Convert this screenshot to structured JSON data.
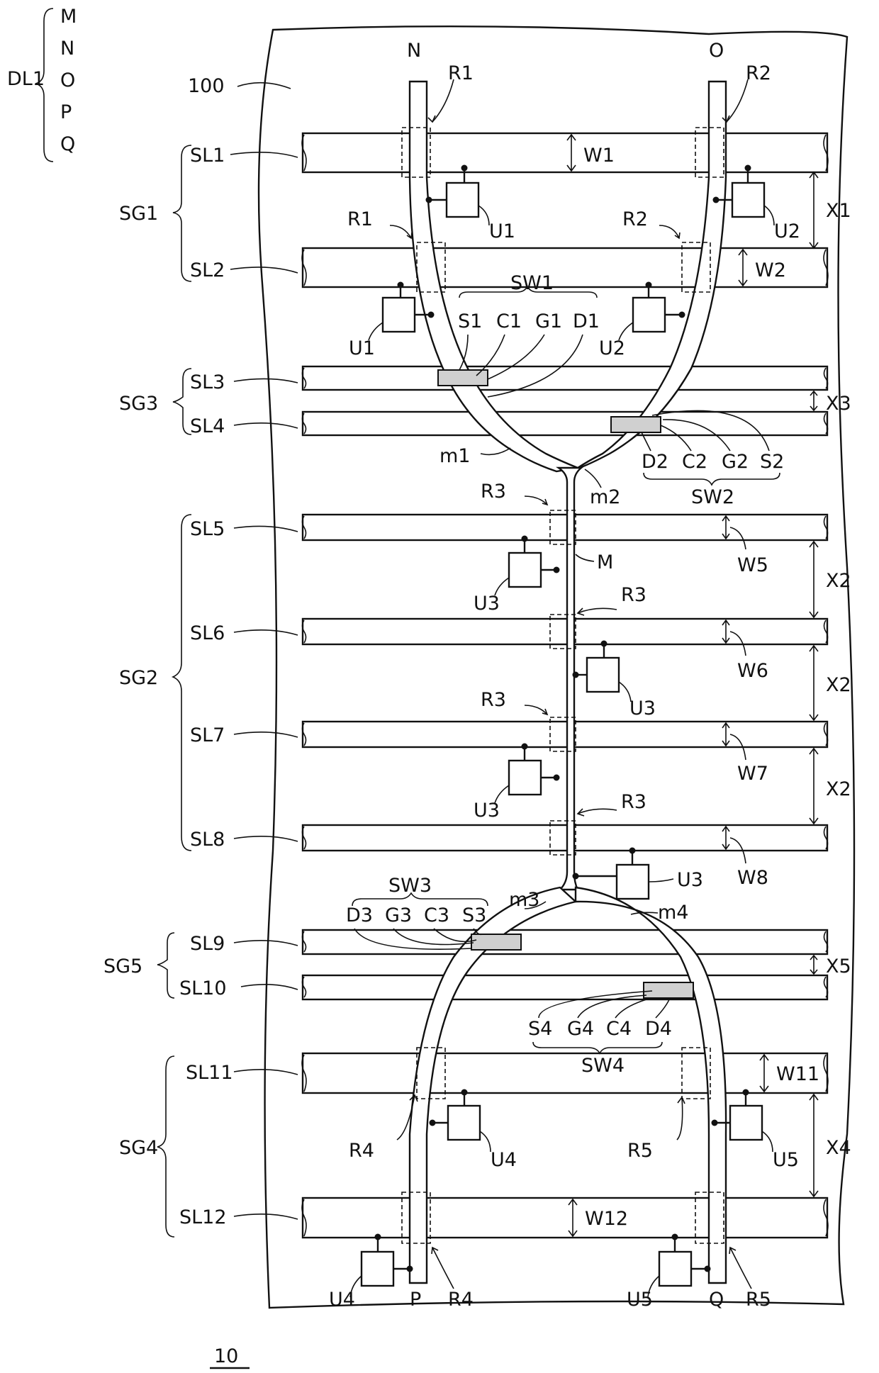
{
  "figure_number": "10",
  "substrate_label": "100",
  "dl_group": {
    "name": "DL1",
    "members": [
      "M",
      "N",
      "O",
      "P",
      "Q"
    ]
  },
  "line_ends": {
    "n": "N",
    "o": "O",
    "p": "P",
    "q": "Q",
    "m": "M"
  },
  "branch_labels": {
    "m1": "m1",
    "m2": "m2",
    "m3": "m3",
    "m4": "m4"
  },
  "scan_lines": [
    "SL1",
    "SL2",
    "SL3",
    "SL4",
    "SL5",
    "SL6",
    "SL7",
    "SL8",
    "SL9",
    "SL10",
    "SL11",
    "SL12"
  ],
  "scan_groups": [
    "SG1",
    "SG2",
    "SG3",
    "SG4",
    "SG5"
  ],
  "widths": [
    "W1",
    "W2",
    "W5",
    "W6",
    "W7",
    "W8",
    "W11",
    "W12"
  ],
  "spacings": {
    "x1": "X1",
    "x2": "X2",
    "x3": "X3",
    "x4": "X4",
    "x5": "X5"
  },
  "regions": {
    "r1": "R1",
    "r2": "R2",
    "r3": "R3",
    "r4": "R4",
    "r5": "R5"
  },
  "units": {
    "u1": "U1",
    "u2": "U2",
    "u3": "U3",
    "u4": "U4",
    "u5": "U5"
  },
  "switches": {
    "sw1": {
      "name": "SW1",
      "parts": [
        "S1",
        "C1",
        "G1",
        "D1"
      ]
    },
    "sw2": {
      "name": "SW2",
      "parts": [
        "D2",
        "C2",
        "G2",
        "S2"
      ]
    },
    "sw3": {
      "name": "SW3",
      "parts": [
        "D3",
        "G3",
        "C3",
        "S3"
      ]
    },
    "sw4": {
      "name": "SW4",
      "parts": [
        "S4",
        "G4",
        "C4",
        "D4"
      ]
    }
  }
}
